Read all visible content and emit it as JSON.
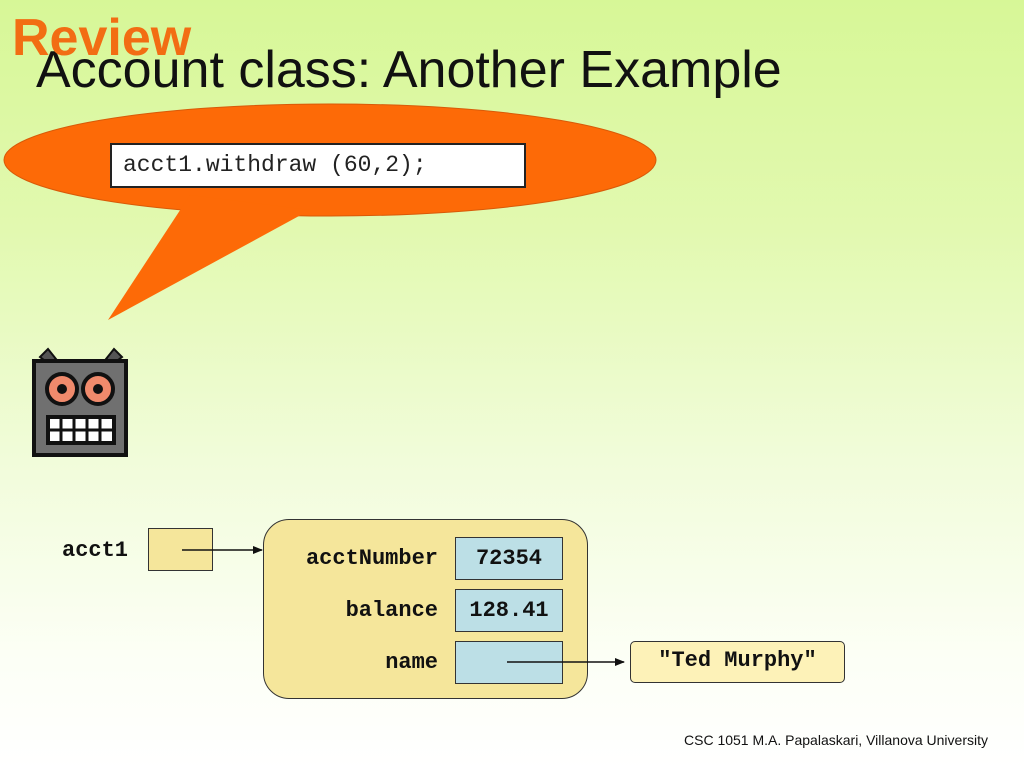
{
  "slide": {
    "section_label": "Review",
    "title": "Account class: Another Example",
    "code_statement": "acct1.withdraw (60,2);",
    "footer": "CSC 1051 M.A. Papalaskari, Villanova University"
  },
  "diagram": {
    "reference_variable": "acct1",
    "fields": [
      {
        "label": "acctNumber",
        "value": "72354"
      },
      {
        "label": "balance",
        "value": "128.41"
      },
      {
        "label": "name",
        "value": ""
      }
    ],
    "name_string": "\"Ted Murphy\""
  },
  "colors": {
    "bubble": "#fd6a07",
    "review": "#f26d13",
    "object_fill": "#f5e69b",
    "value_fill": "#bcdfe6",
    "robot_face": "#6f6f6f",
    "robot_eye": "#f08a6c"
  },
  "icons": [
    "speech-bubble",
    "robot-icon",
    "reference-arrow"
  ]
}
